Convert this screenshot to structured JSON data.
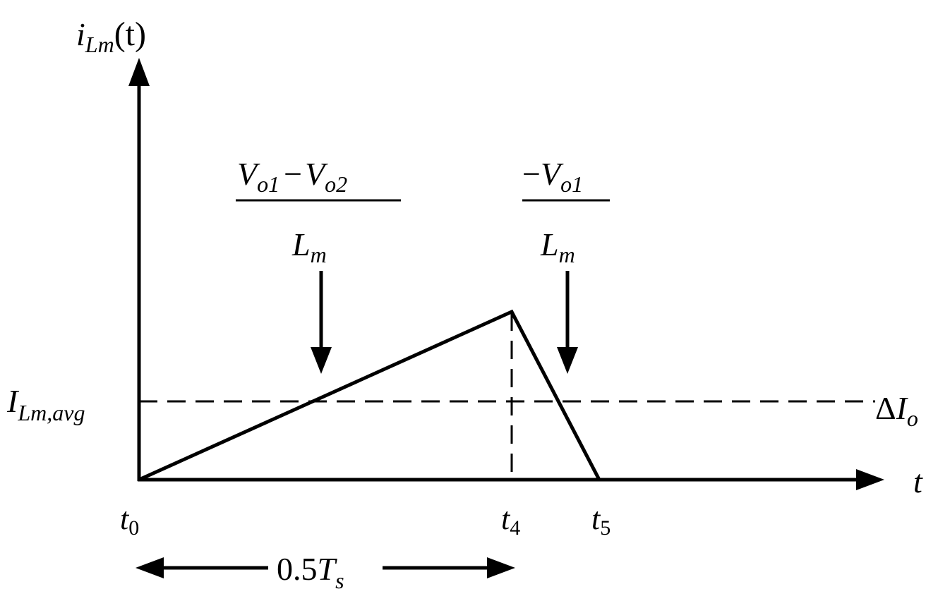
{
  "colors": {
    "ink": "#000000",
    "background": "#ffffff"
  },
  "labels": {
    "y_axis": {
      "main": "i",
      "sub": "Lm",
      "arg": "(t)"
    },
    "x_axis": "t",
    "avg_level": {
      "main": "I",
      "sub": "Lm,avg"
    },
    "delta": {
      "symbol": "Δ",
      "main": "I",
      "sub": "o"
    },
    "slope_rise": {
      "num_v1": "V",
      "num_v1_sub": "o1",
      "minus": "−",
      "num_v2": "V",
      "num_v2_sub": "o2",
      "den": "L",
      "den_sub": "m"
    },
    "slope_fall": {
      "minus": "−",
      "num_v": "V",
      "num_v_sub": "o1",
      "den": "L",
      "den_sub": "m"
    },
    "t0": {
      "main": "t",
      "sub": "0"
    },
    "t4": {
      "main": "t",
      "sub": "4"
    },
    "t5": {
      "main": "t",
      "sub": "5"
    },
    "period": {
      "coef": "0.5",
      "main": "T",
      "sub": "s"
    }
  }
}
